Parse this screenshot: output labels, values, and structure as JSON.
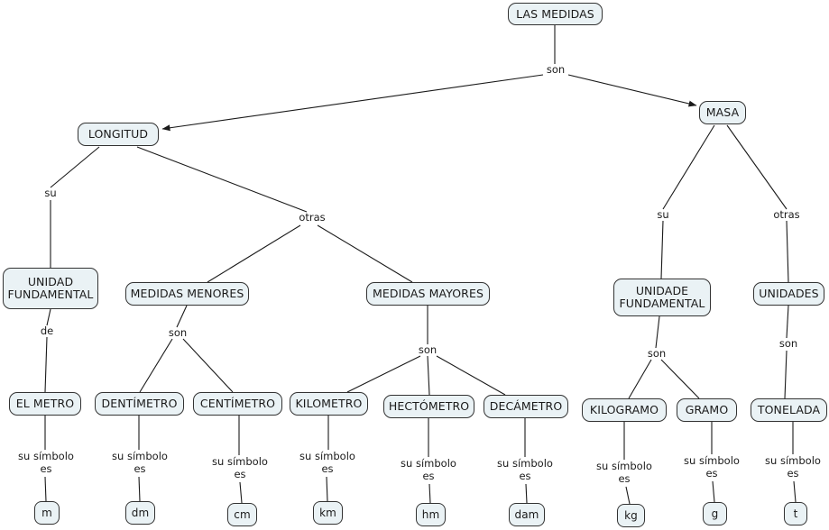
{
  "diagram": {
    "title": "LAS MEDIDAS",
    "type": "concept-map",
    "background": "#ffffff",
    "node_fill": "#eaf2f5",
    "node_stroke": "#333333",
    "edge_stroke": "#1a1a1a"
  },
  "nodes": {
    "root": "LAS MEDIDAS",
    "longitud": "LONGITUD",
    "masa": "MASA",
    "unidad_fundamental_long": "UNIDAD\nFUNDAMENTAL",
    "medidas_menores": "MEDIDAS MENORES",
    "medidas_mayores": "MEDIDAS MAYORES",
    "unidade_fundamental_masa": "UNIDADE\nFUNDAMENTAL",
    "unidades_masa": "UNIDADES",
    "el_metro": "EL METRO",
    "dentimetro": "DENTÍMETRO",
    "centimetro": "CENTÍMETRO",
    "kilometro": "KILOMETRO",
    "hectometro": "HECTÓMETRO",
    "decametro": "DECÁMETRO",
    "kilogramo": "KILOGRAMO",
    "gramo": "GRAMO",
    "tonelada": "TONELADA",
    "sym_m": "m",
    "sym_dm": "dm",
    "sym_cm": "cm",
    "sym_km": "km",
    "sym_hm": "hm",
    "sym_dam": "dam",
    "sym_kg": "kg",
    "sym_g": "g",
    "sym_t": "t"
  },
  "link_labels": {
    "root_son": "son",
    "longitud_su": "su",
    "longitud_otras": "otras",
    "masa_su": "su",
    "masa_otras": "otras",
    "unidad_de": "de",
    "menores_son": "son",
    "mayores_son": "son",
    "unidade_son": "son",
    "unidades_son": "son",
    "sym_metro": "su símbolo\nes",
    "sym_dentimetro": "su símbolo\nes",
    "sym_centimetro": "su símbolo\nes",
    "sym_kilometro": "su símbolo\nes",
    "sym_hectometro": "su símbolo\nes",
    "sym_decametro": "su símbolo\nes",
    "sym_kilogramo": "su símbolo\nes",
    "sym_gramo": "su símbolo\nes",
    "sym_tonelada": "su símbolo\nes"
  }
}
